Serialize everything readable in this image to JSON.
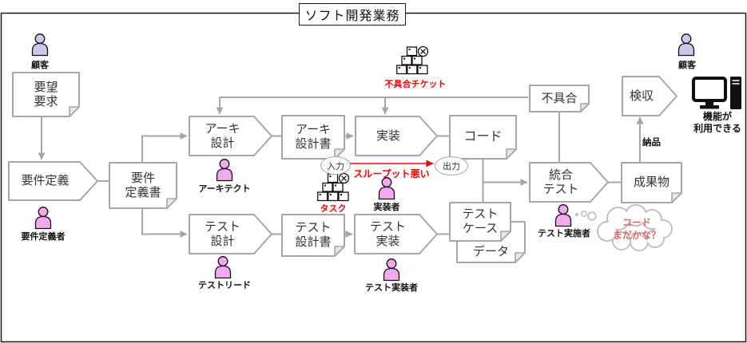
{
  "title": "ソフト開発業務",
  "colors": {
    "edge_gray": "#A6A6A6",
    "accent_red": "#FF0000",
    "thought_red": "#E06666",
    "person_pink": "#F2A9F0",
    "person_lavender": "#C9C9E8"
  },
  "processes": {
    "req_def": "要件定義",
    "arch_design": "アーキ\n設計",
    "impl": "実装",
    "test_design": "テスト\n設計",
    "test_impl": "テスト\n実装",
    "integration_test": "統合\nテスト",
    "acceptance": "検収"
  },
  "docs": {
    "request": "要望\n要求",
    "req_doc": "要件\n定義書",
    "arch_doc": "アーキ\n設計書",
    "code": "コード",
    "defect": "不具合",
    "test_design_doc": "テスト\n設計書",
    "test_case": "テスト\nケース",
    "data": "データ",
    "deliverable": "成果物"
  },
  "actors": {
    "customer_left": "顧客",
    "customer_right": "顧客",
    "req_definer": "要件定義者",
    "architect": "アーキテクト",
    "implementer": "実装者",
    "test_lead": "テストリード",
    "test_implementer": "テスト実装者",
    "test_executor": "テスト実施者"
  },
  "annotations": {
    "defect_ticket": "不具合チケット",
    "task": "タスク",
    "input": "入力",
    "output": "出力",
    "throughput_bad": "スループット悪い",
    "delivery": "納品",
    "thought": "コード\nまだかな？",
    "feature_available": "機能が\n利用できる"
  }
}
